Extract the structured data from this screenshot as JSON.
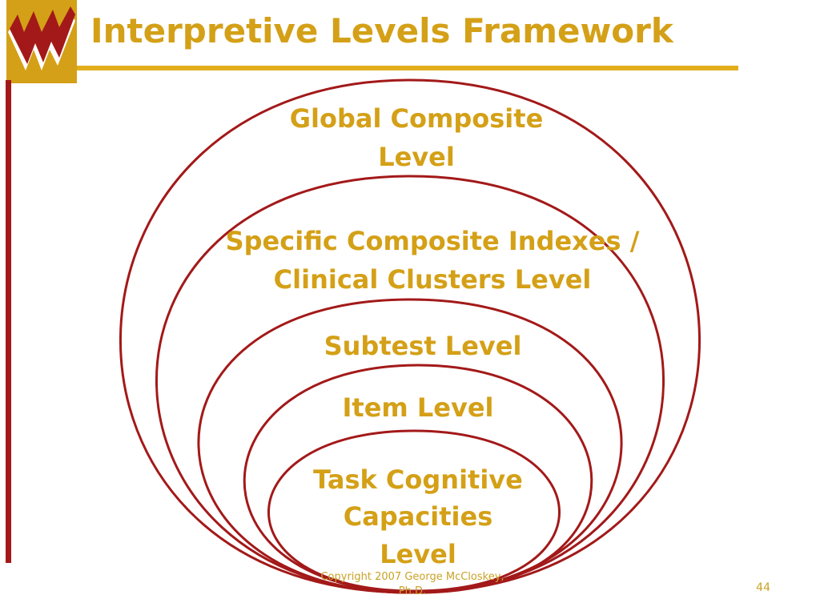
{
  "title": "Interpretive Levels Framework",
  "colors": {
    "accent_gold": "#d4a017",
    "ring_red": "#a31919",
    "footer_gold": "#c9a227"
  },
  "logo": {
    "icon": "w-logo-icon"
  },
  "levels": [
    {
      "line1": "Global Composite",
      "line2": "Level"
    },
    {
      "line1": "Specific Composite Indexes /",
      "line2": "Clinical Clusters Level"
    },
    {
      "line1": "Subtest Level"
    },
    {
      "line1": "Item Level"
    },
    {
      "line1": "Task Cognitive",
      "line2": "Capacities",
      "line3": "Level"
    }
  ],
  "footer": {
    "line1": "Copyright 2007 George McCloskey,",
    "line2": "Ph.D."
  },
  "page_number": "44"
}
